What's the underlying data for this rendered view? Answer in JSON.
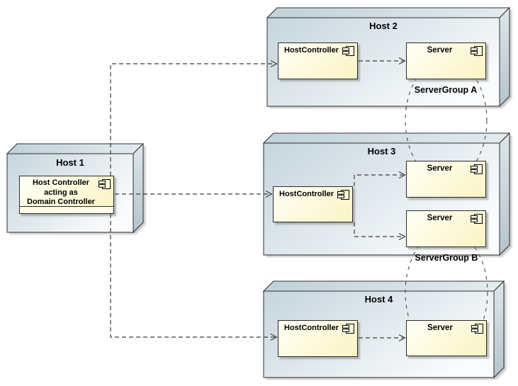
{
  "diagram_type": "UML deployment diagram",
  "hosts": [
    {
      "title": "Host 1",
      "components": [
        {
          "label": "Host Controller\nacting as\nDomain Controller"
        }
      ]
    },
    {
      "title": "Host 2",
      "components": [
        {
          "label": "HostController"
        },
        {
          "label": "Server"
        }
      ]
    },
    {
      "title": "Host 3",
      "components": [
        {
          "label": "HostController"
        },
        {
          "label": "Server"
        },
        {
          "label": "Server"
        }
      ]
    },
    {
      "title": "Host 4",
      "components": [
        {
          "label": "HostController"
        },
        {
          "label": "Server"
        }
      ]
    }
  ],
  "server_groups": [
    {
      "label": "ServerGroup A",
      "members": [
        "Server (Host 2)",
        "Server top (Host 3)"
      ]
    },
    {
      "label": "ServerGroup B",
      "members": [
        "Server bottom (Host 3)",
        "Server (Host 4)"
      ]
    }
  ],
  "connections": [
    {
      "from": "Host Controller acting as Domain Controller (Host 1)",
      "to": "HostController (Host 2)",
      "style": "dashed arrow"
    },
    {
      "from": "Host Controller acting as Domain Controller (Host 1)",
      "to": "HostController (Host 3)",
      "style": "dashed arrow"
    },
    {
      "from": "Host Controller acting as Domain Controller (Host 1)",
      "to": "HostController (Host 4)",
      "style": "dashed arrow"
    },
    {
      "from": "HostController (Host 2)",
      "to": "Server (Host 2)",
      "style": "dashed arrow"
    },
    {
      "from": "HostController (Host 3)",
      "to": "Server top (Host 3)",
      "style": "dashed arrow"
    },
    {
      "from": "HostController (Host 3)",
      "to": "Server bottom (Host 3)",
      "style": "dashed arrow"
    },
    {
      "from": "HostController (Host 4)",
      "to": "Server (Host 4)",
      "style": "dashed arrow"
    }
  ],
  "colors": {
    "background": "#ffffff",
    "node-fill-start": "#c6d5dd",
    "node-fill-end": "#f9fbfc",
    "node-border": "#2f2f2f",
    "component-fill-start": "#fffff6",
    "component-fill-end": "#fbf4c4",
    "component-border": "#2b2b2b",
    "connector": "#3c3c3c",
    "text": "#000000"
  }
}
